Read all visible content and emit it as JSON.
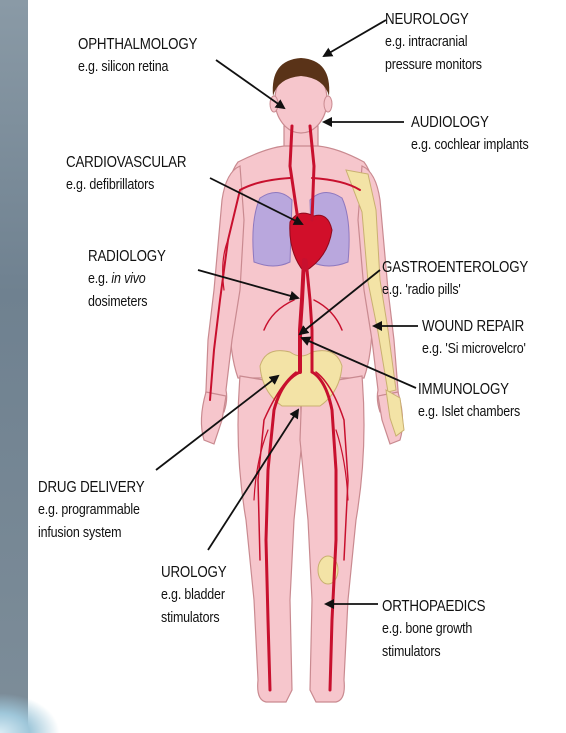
{
  "colors": {
    "background": "#ffffff",
    "skin": "#f6c6cc",
    "vessels": "#c8102e",
    "heart": "#d10f2a",
    "lungs": "#b9a7dd",
    "bones": "#f3e3a6",
    "hair": "#5a3318",
    "text": "#111111"
  },
  "labels": {
    "ophthalmology": {
      "title": "OPHTHALMOLOGY",
      "desc": "e.g. silicon retina"
    },
    "neurology": {
      "title": "NEUROLOGY",
      "desc1": "e.g. intracranial",
      "desc2": "pressure monitors"
    },
    "audiology": {
      "title": "AUDIOLOGY",
      "desc": "e.g. cochlear implants"
    },
    "cardiovascular": {
      "title": "CARDIOVASCULAR",
      "desc": "e.g. defibrillators"
    },
    "radiology": {
      "title": "RADIOLOGY",
      "desc_prefix": "e.g.",
      "desc_italic": "in vivo",
      "desc2": "dosimeters"
    },
    "gastroenterology": {
      "title": "GASTROENTEROLOGY",
      "desc": "e.g. 'radio pills'"
    },
    "wound_repair": {
      "title": "WOUND REPAIR",
      "desc": "e.g. 'Si microvelcro'"
    },
    "immunology": {
      "title": "IMMUNOLOGY",
      "desc": "e.g. Islet chambers"
    },
    "drug_delivery": {
      "title": "DRUG DELIVERY",
      "desc1": "e.g. programmable",
      "desc2": "infusion system"
    },
    "urology": {
      "title": "UROLOGY",
      "desc1": "e.g. bladder",
      "desc2": "stimulators"
    },
    "orthopaedics": {
      "title": "ORTHOPAEDICS",
      "desc1": "e.g. bone growth",
      "desc2": "stimulators"
    }
  }
}
